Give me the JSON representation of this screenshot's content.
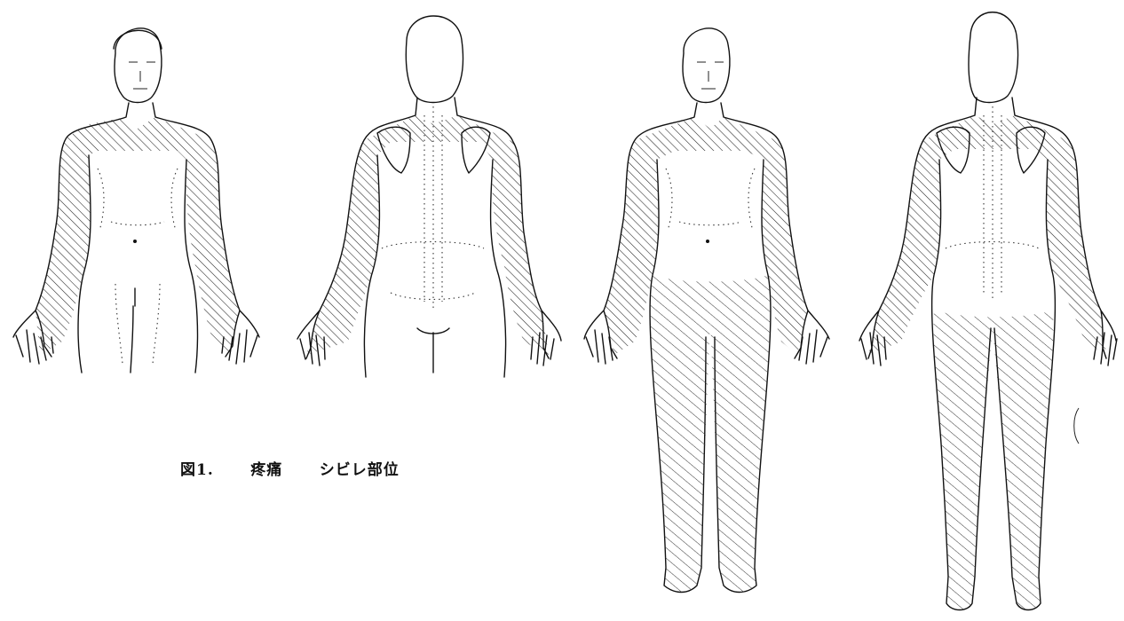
{
  "caption": {
    "figure_label": "図1.",
    "pain_label": "疼痛",
    "numbness_label": "シビレ部位"
  },
  "figures": [
    {
      "name": "upper-body-front",
      "view": "front",
      "extent": "upper"
    },
    {
      "name": "upper-body-back",
      "view": "back",
      "extent": "upper"
    },
    {
      "name": "full-body-front",
      "view": "front",
      "extent": "full"
    },
    {
      "name": "full-body-back",
      "view": "back",
      "extent": "full"
    }
  ]
}
